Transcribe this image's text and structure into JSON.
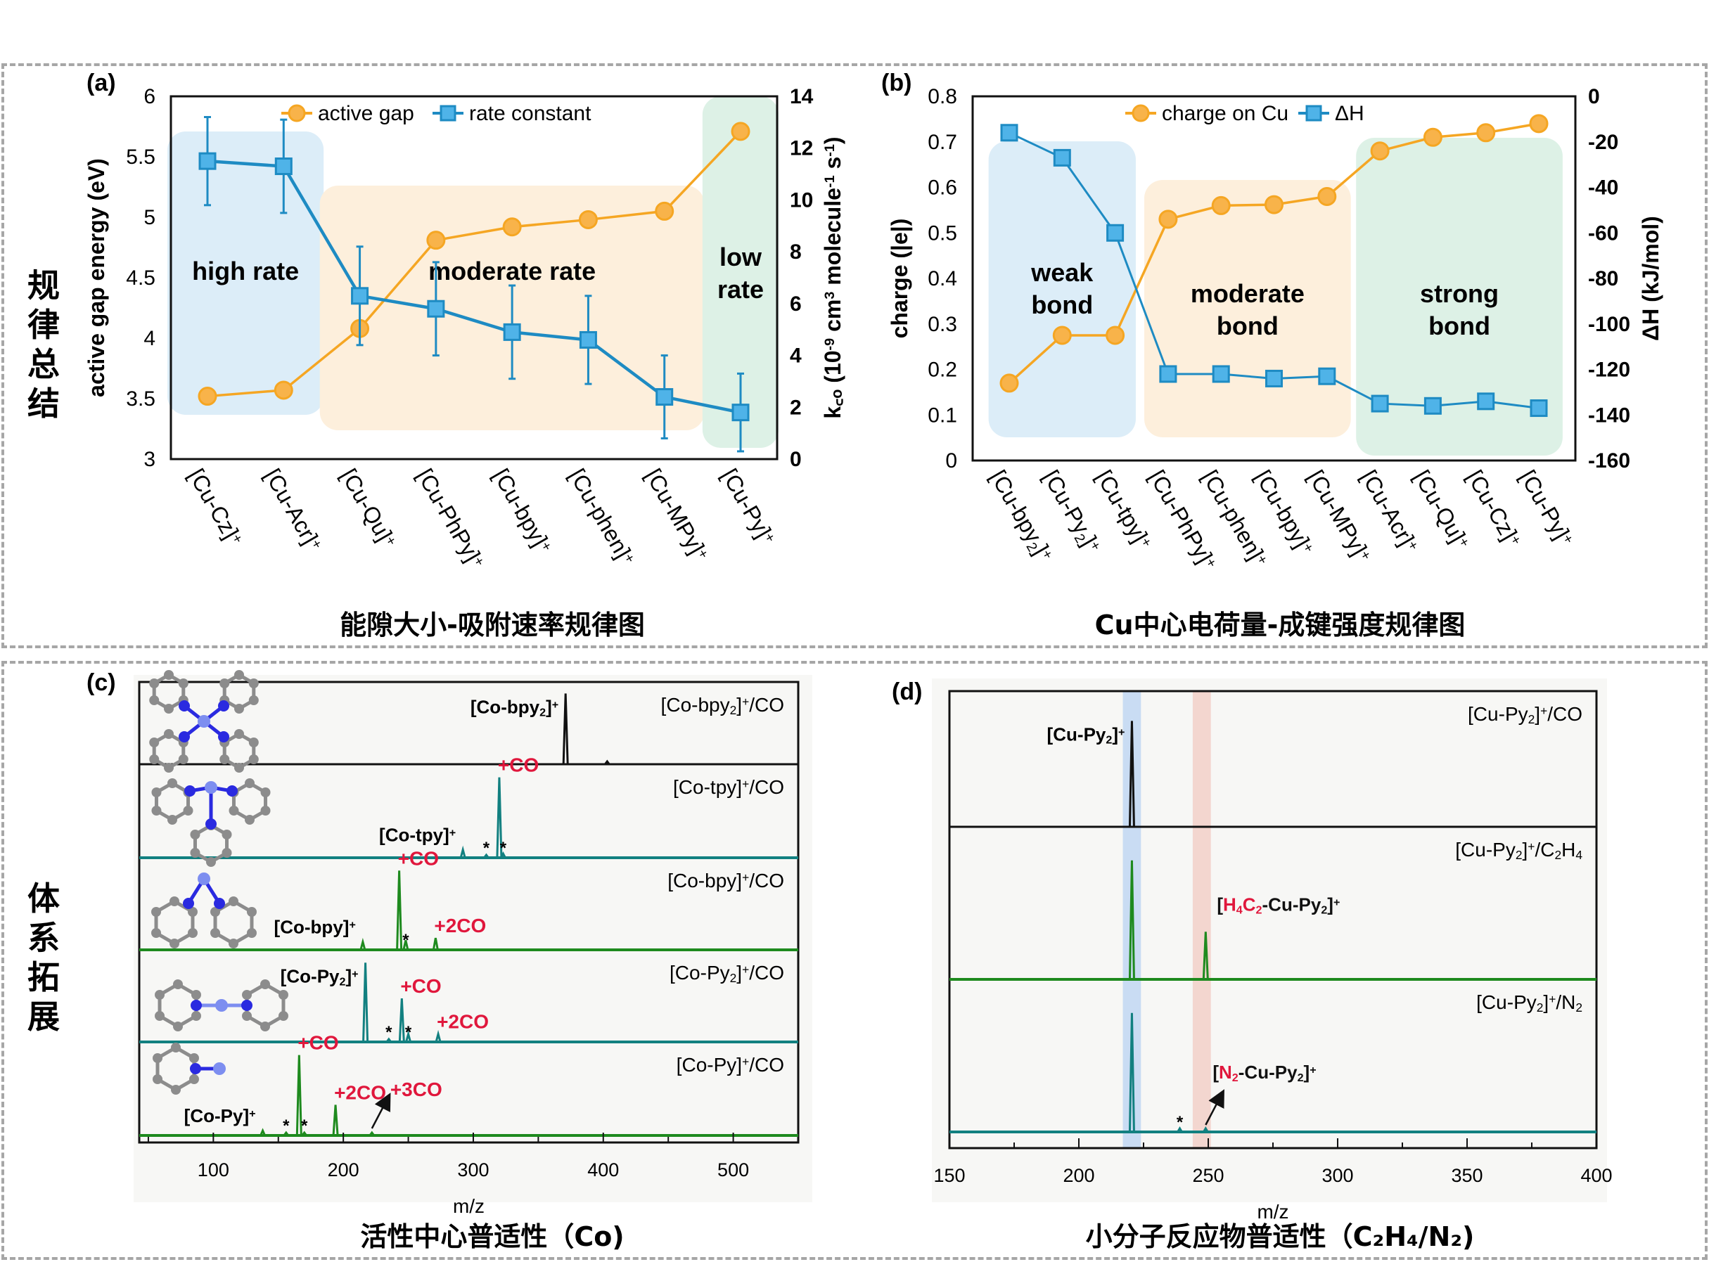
{
  "sections": {
    "top_label": [
      "规",
      "律",
      "总",
      "结"
    ],
    "bottom_label": [
      "体",
      "系",
      "拓",
      "展"
    ]
  },
  "captions": {
    "a": "能隙大小-吸附速率规律图",
    "b": "Cu中心电荷量-成键强度规律图",
    "c": "活性中心普适性（Co)",
    "d": "小分子反应物普适性（C₂H₄/N₂)"
  },
  "colors": {
    "orange": "#f5a623",
    "orange_fill": "#f8b34a",
    "blue": "#1e8bc3",
    "blue_fill": "#4fb3e8",
    "region_blue": "#dcedf8",
    "region_orange": "#fdefdc",
    "region_green": "#ddf1e6",
    "red": "#e0173c",
    "teal": "#128080",
    "green": "#1e8a1e",
    "dark": "#111111",
    "highlight_blue": "#c9dcf3",
    "highlight_red": "#f3d6cf",
    "dash": "#a6a6a6"
  },
  "chart_data": [
    {
      "id": "a",
      "panel_label": "(a)",
      "type": "line",
      "categories": [
        "[Cu-Cz]⁺",
        "[Cu-Acr]⁺",
        "[Cu-Qu]⁺",
        "[Cu-PhPy]⁺",
        "[Cu-bpy]⁺",
        "[Cu-phen]⁺",
        "[Cu-MPy]⁺",
        "[Cu-Py]⁺"
      ],
      "ylabel": "active gap energy (eV)",
      "y2label": "k_CO (10⁻⁹ cm³ molecule⁻¹ s⁻¹)",
      "ylim": [
        3,
        6
      ],
      "yticks": [
        "3",
        "3.5",
        "4",
        "4.5",
        "5",
        "5.5",
        "6"
      ],
      "y2lim": [
        0,
        14
      ],
      "y2ticks": [
        "0",
        "2",
        "4",
        "6",
        "8",
        "10",
        "12",
        "14"
      ],
      "legend": [
        "active gap",
        "rate constant"
      ],
      "legend_position": "top-center",
      "series": [
        {
          "name": "active gap",
          "axis": "left",
          "marker": "circle",
          "values": [
            3.52,
            3.57,
            4.08,
            4.81,
            4.92,
            4.98,
            5.05,
            5.71
          ]
        },
        {
          "name": "rate constant",
          "axis": "right",
          "marker": "square",
          "values": [
            11.5,
            11.3,
            6.3,
            5.8,
            4.9,
            4.6,
            2.4,
            1.8
          ],
          "errors": [
            1.7,
            1.8,
            1.9,
            1.8,
            1.8,
            1.7,
            1.6,
            1.5
          ]
        }
      ],
      "regions": [
        {
          "label": "high rate",
          "from": 0,
          "to": 1,
          "color": "region_blue"
        },
        {
          "label": "moderate rate",
          "from": 2,
          "to": 6,
          "color": "region_orange"
        },
        {
          "label": "low rate",
          "from": 7,
          "to": 7,
          "color": "region_green"
        }
      ]
    },
    {
      "id": "b",
      "panel_label": "(b)",
      "type": "line",
      "categories": [
        "[Cu-bpy₂]⁺",
        "[Cu-Py₂]⁺",
        "[Cu-tpy]⁺",
        "[Cu-PhPy]⁺",
        "[Cu-phen]⁺",
        "[Cu-bpy]⁺",
        "[Cu-MPy]⁺",
        "[Cu-Acr]⁺",
        "[Cu-Qu]⁺",
        "[Cu-Cz]⁺",
        "[Cu-Py]⁺"
      ],
      "ylabel": "charge (|e|)",
      "y2label": "ΔH (kJ/mol)",
      "ylim": [
        0,
        0.8
      ],
      "yticks": [
        "0",
        "0.1",
        "0.2",
        "0.3",
        "0.4",
        "0.5",
        "0.6",
        "0.7",
        "0.8"
      ],
      "y2lim": [
        -160,
        0
      ],
      "y2ticks": [
        "-160",
        "-140",
        "-120",
        "-100",
        "-80",
        "-60",
        "-40",
        "-20",
        "0"
      ],
      "legend": [
        "charge on Cu",
        "ΔH"
      ],
      "legend_position": "top-center",
      "series": [
        {
          "name": "charge on Cu",
          "axis": "left",
          "marker": "circle",
          "values": [
            0.17,
            0.275,
            0.275,
            0.53,
            0.56,
            0.562,
            0.58,
            0.68,
            0.71,
            0.72,
            0.74
          ]
        },
        {
          "name": "ΔH",
          "axis": "right",
          "marker": "square",
          "values": [
            -16,
            -27,
            -60,
            -122,
            -122,
            -124,
            -123,
            -135,
            -136,
            -134,
            -137
          ]
        }
      ],
      "regions": [
        {
          "label": "weak bond",
          "from": 0,
          "to": 2,
          "color": "region_blue"
        },
        {
          "label": "moderate bond",
          "from": 3,
          "to": 6,
          "color": "region_orange"
        },
        {
          "label": "strong bond",
          "from": 7,
          "to": 10,
          "color": "region_green"
        }
      ]
    },
    {
      "id": "c",
      "panel_label": "(c)",
      "type": "line",
      "xlabel": "m/z",
      "xlim": [
        43,
        550
      ],
      "xticks": [
        "100",
        "200",
        "300",
        "400",
        "500"
      ],
      "traces": [
        {
          "name": "[Co-bpy₂]⁺/CO",
          "color": "dark",
          "peaks": [
            [
              371,
              1.0
            ],
            [
              403,
              0.03
            ]
          ],
          "labels": [
            {
              "text": "[Co-bpy₂]⁺",
              "mz": 371,
              "kind": "ion"
            }
          ]
        },
        {
          "name": "[Co-tpy]⁺/CO",
          "color": "teal",
          "peaks": [
            [
              292,
              0.1
            ],
            [
              310,
              0.03
            ],
            [
              320,
              1.0
            ],
            [
              323,
              0.05
            ]
          ],
          "labels": [
            {
              "text": "[Co-tpy]⁺",
              "mz": 292,
              "kind": "ion"
            },
            {
              "text": "+CO",
              "mz": 320,
              "kind": "adduct"
            },
            {
              "text": "*",
              "mz": 310,
              "kind": "star"
            },
            {
              "text": "*",
              "mz": 323,
              "kind": "star"
            }
          ]
        },
        {
          "name": "[Co-bpy]⁺/CO",
          "color": "green",
          "peaks": [
            [
              215,
              0.1
            ],
            [
              243,
              1.0
            ],
            [
              248,
              0.12
            ],
            [
              271,
              0.15
            ]
          ],
          "labels": [
            {
              "text": "[Co-bpy]⁺",
              "mz": 215,
              "kind": "ion"
            },
            {
              "text": "+CO",
              "mz": 243,
              "kind": "adduct"
            },
            {
              "text": "+2CO",
              "mz": 271,
              "kind": "adduct"
            },
            {
              "text": "*",
              "mz": 248,
              "kind": "star"
            }
          ]
        },
        {
          "name": "[Co-Py₂]⁺/CO",
          "color": "teal",
          "peaks": [
            [
              217,
              1.0
            ],
            [
              235,
              0.03
            ],
            [
              245,
              0.55
            ],
            [
              250,
              0.1
            ],
            [
              273,
              0.1
            ]
          ],
          "labels": [
            {
              "text": "[Co-Py₂]⁺",
              "mz": 217,
              "kind": "ion"
            },
            {
              "text": "+CO",
              "mz": 245,
              "kind": "adduct"
            },
            {
              "text": "+2CO",
              "mz": 273,
              "kind": "adduct"
            },
            {
              "text": "*",
              "mz": 235,
              "kind": "star"
            },
            {
              "text": "*",
              "mz": 250,
              "kind": "star"
            }
          ]
        },
        {
          "name": "[Co-Py]⁺/CO",
          "color": "green",
          "peaks": [
            [
              138,
              0.06
            ],
            [
              156,
              0.02
            ],
            [
              166,
              1.0
            ],
            [
              170,
              0.02
            ],
            [
              194,
              0.38
            ],
            [
              222,
              0.03
            ]
          ],
          "labels": [
            {
              "text": "[Co-Py]⁺",
              "mz": 138,
              "kind": "ion"
            },
            {
              "text": "+CO",
              "mz": 166,
              "kind": "adduct"
            },
            {
              "text": "+2CO",
              "mz": 194,
              "kind": "adduct"
            },
            {
              "text": "+3CO",
              "mz": 222,
              "kind": "adduct-arrow"
            },
            {
              "text": "*",
              "mz": 156,
              "kind": "star"
            },
            {
              "text": "*",
              "mz": 170,
              "kind": "star"
            }
          ]
        }
      ]
    },
    {
      "id": "d",
      "panel_label": "(d)",
      "type": "line",
      "xlabel": "m/z",
      "xlim": [
        150,
        400
      ],
      "xticks": [
        "150",
        "200",
        "250",
        "300",
        "350",
        "400"
      ],
      "highlights": [
        {
          "from": 217,
          "to": 224,
          "color": "highlight_blue"
        },
        {
          "from": 244,
          "to": 251,
          "color": "highlight_red"
        }
      ],
      "traces": [
        {
          "name": "[Cu-Py₂]⁺/CO",
          "color": "dark",
          "peaks": [
            [
              220.5,
              1.0
            ]
          ],
          "labels": [
            {
              "text": "[Cu-Py₂]⁺",
              "mz": 220.5,
              "kind": "ion"
            }
          ]
        },
        {
          "name": "[Cu-Py₂]⁺/C₂H₄",
          "color": "green",
          "peaks": [
            [
              220.5,
              1.0
            ],
            [
              249,
              0.4
            ]
          ],
          "labels": [
            {
              "text": "[H₄C₂-Cu-Py₂]⁺",
              "mz": 249,
              "kind": "adduct"
            }
          ]
        },
        {
          "name": "[Cu-Py₂]⁺/N₂",
          "color": "teal",
          "peaks": [
            [
              220.5,
              1.0
            ],
            [
              239,
              0.03
            ],
            [
              249,
              0.03
            ]
          ],
          "labels": [
            {
              "text": "[N₂-Cu-Py₂]⁺",
              "mz": 249,
              "kind": "adduct-arrow"
            },
            {
              "text": "*",
              "mz": 239,
              "kind": "star"
            }
          ]
        }
      ]
    }
  ]
}
